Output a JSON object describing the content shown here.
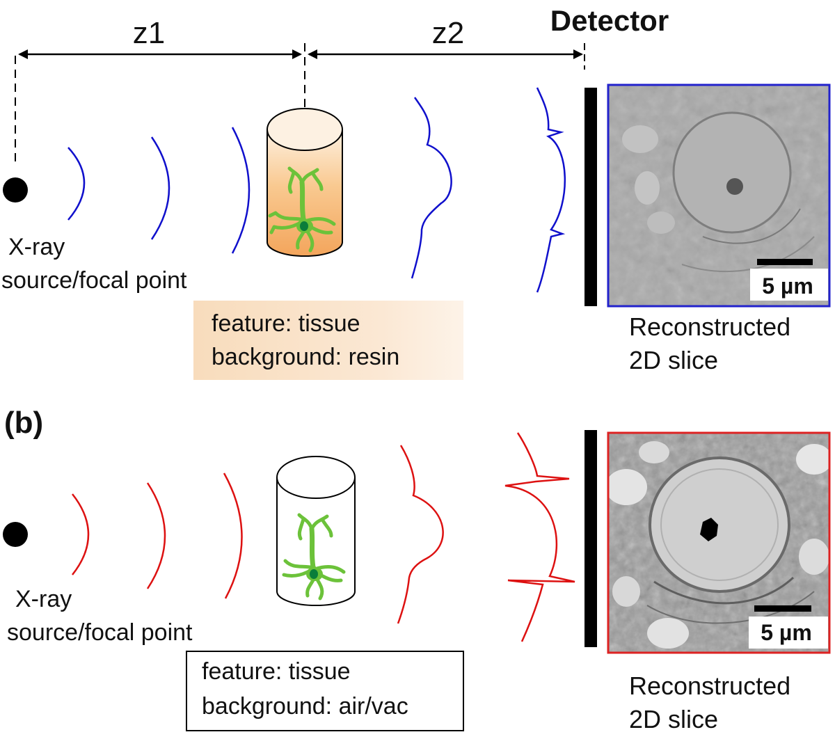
{
  "header": {
    "z1": "z1",
    "z2": "z2",
    "detector": "Detector"
  },
  "panel_a": {
    "source_line1": "X-ray",
    "source_line2": "source/focal point",
    "box_line1": "feature: tissue",
    "box_line2": "background: resin",
    "recon_line1": "Reconstructed",
    "recon_line2": "2D slice",
    "scalebar": "5 µm",
    "wave_color": "#1010cc",
    "frame_color": "#2222cc",
    "box_fill": "#fbe3c8"
  },
  "panel_b": {
    "panel_label": "(b)",
    "source_line1": "X-ray",
    "source_line2": "source/focal point",
    "box_line1": "feature: tissue",
    "box_line2": "background: air/vac",
    "recon_line1": "Reconstructed",
    "recon_line2": "2D slice",
    "scalebar": "5 µm",
    "wave_color": "#dd1111",
    "frame_color": "#dd2222"
  },
  "colors": {
    "neuron": "#6cc23a",
    "nucleus": "#0a7d3a",
    "sample_a_fill": "#f5b070"
  }
}
